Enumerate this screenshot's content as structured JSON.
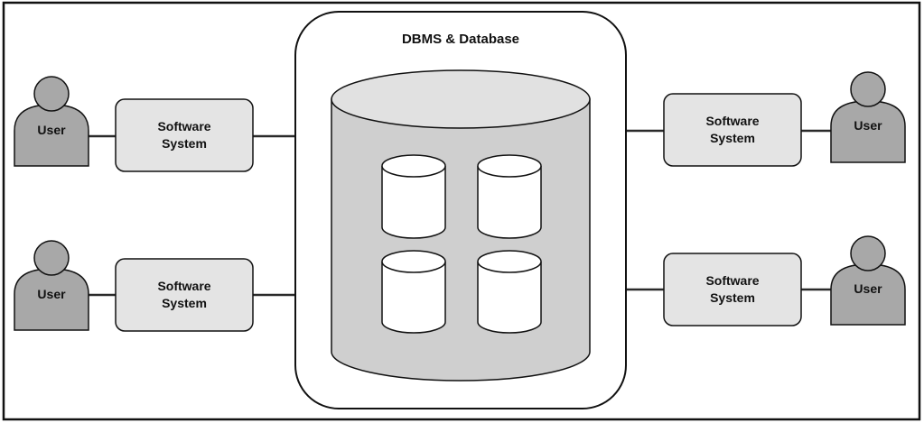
{
  "title": "DBMS & Database",
  "software_label_line1": "Software",
  "software_label_line2": "System",
  "user_label": "User",
  "colors": {
    "frame": "#111111",
    "box_fill": "#e4e4e4",
    "user_fill": "#a8a8a8",
    "db_fill": "#cfcfcf",
    "db_top": "#e1e1e1",
    "small_db_fill": "#ffffff",
    "connector": "#2a2a2a"
  },
  "icons": {
    "user": "person-icon",
    "database": "cylinder-icon"
  }
}
